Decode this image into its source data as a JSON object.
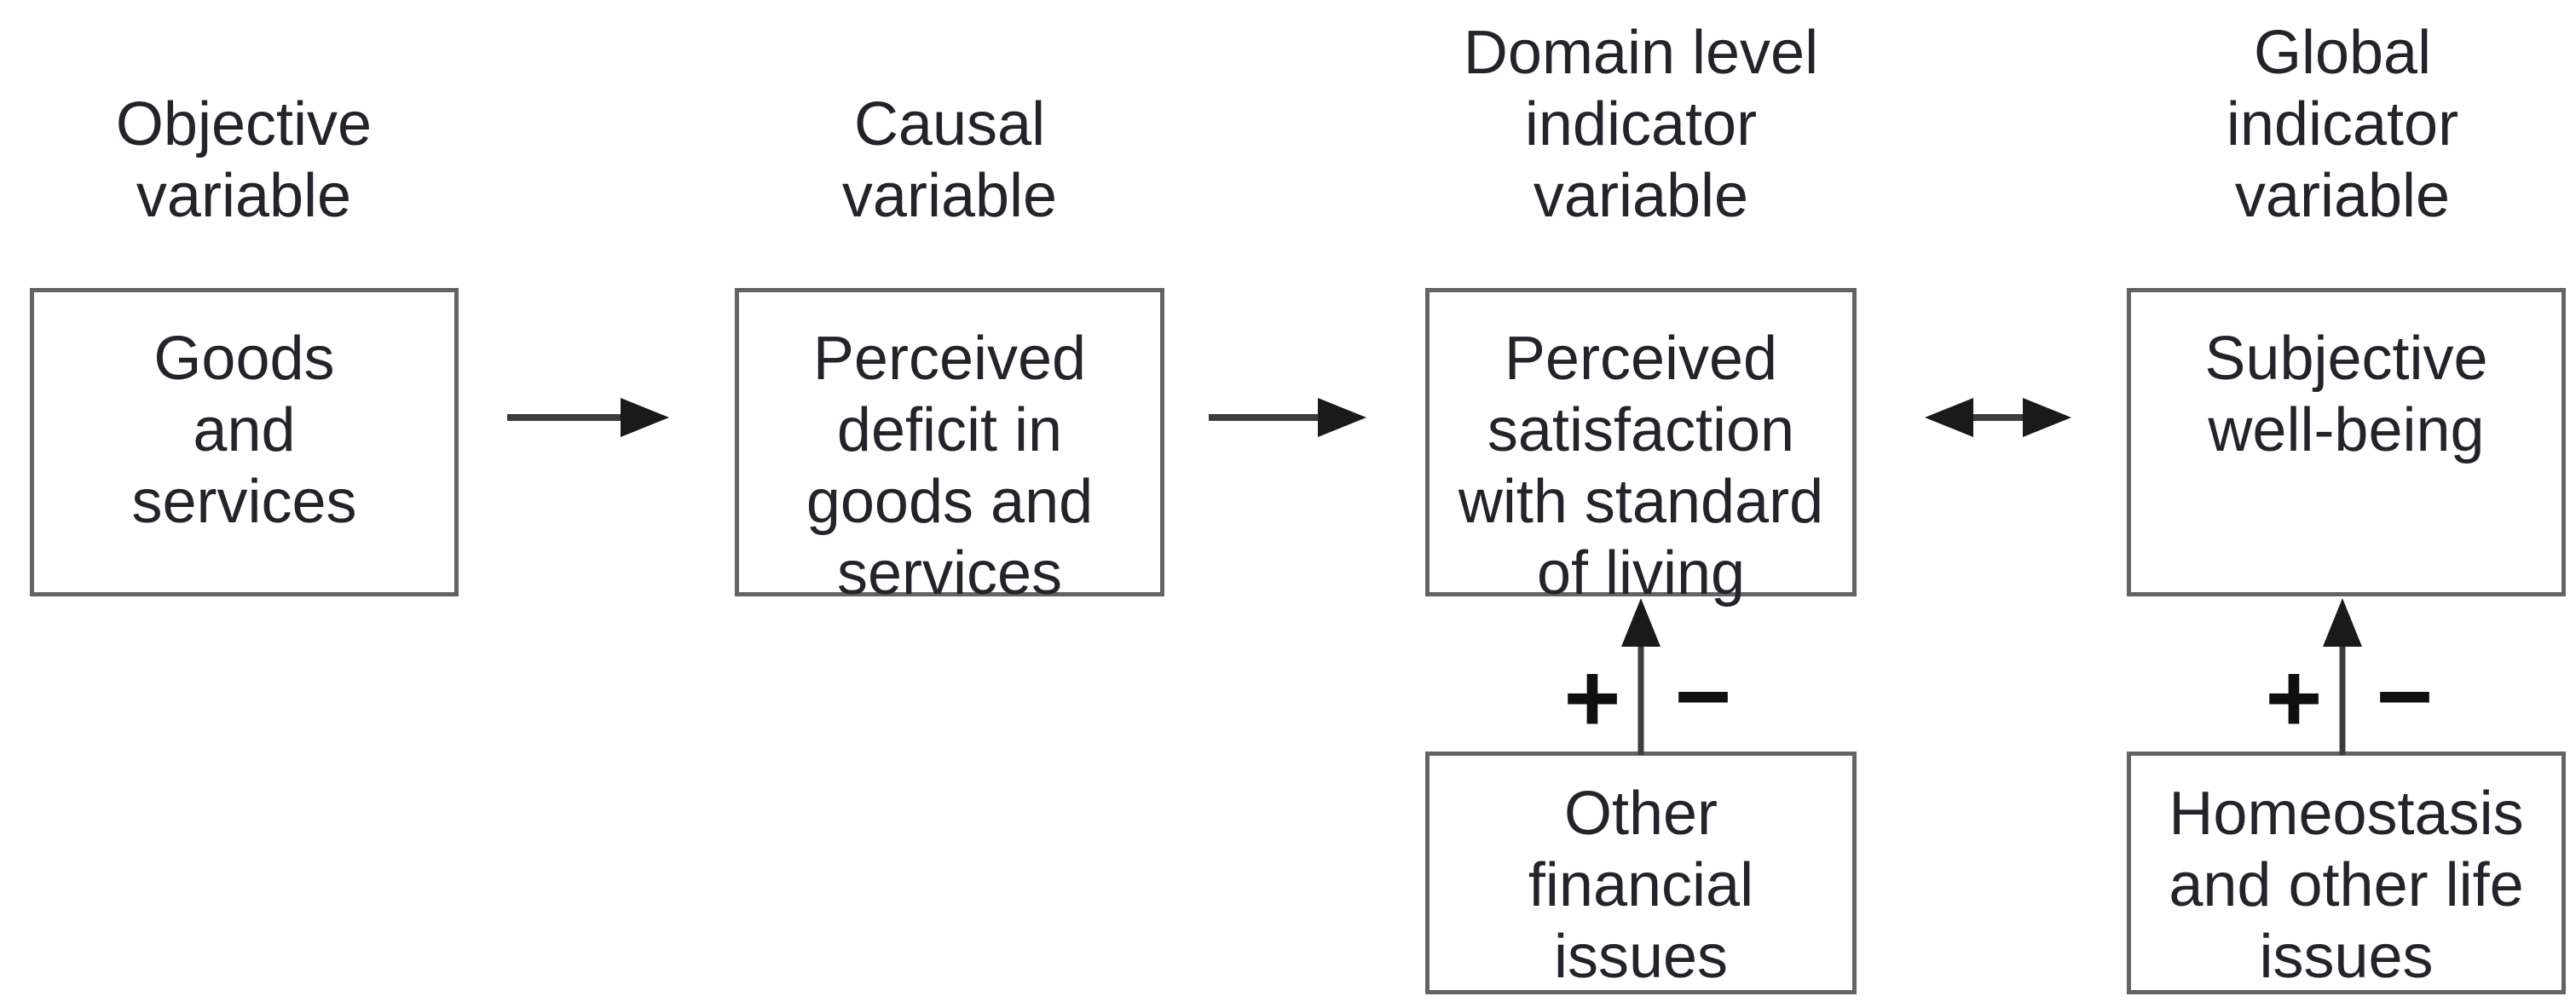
{
  "figure": {
    "background_color": "#ffffff",
    "box_border_color": "#636363",
    "text_color": "#22242a",
    "arrow_color": "#1a1a1a"
  },
  "headers": [
    {
      "label": "Objective\nvariable"
    },
    {
      "label": "Causal\nvariable"
    },
    {
      "label": "Domain level\nindicator\nvariable"
    },
    {
      "label": "Global\nindicator\nvariable"
    }
  ],
  "boxes": [
    {
      "label": "Goods\nand\nservices"
    },
    {
      "label": "Perceived\ndeficit in\ngoods and\nservices"
    },
    {
      "label": "Perceived\nsatisfaction\nwith standard\nof living"
    },
    {
      "label": "Subjective\nwell-being"
    },
    {
      "label": "Other\nfinancial\nissues"
    },
    {
      "label": "Homeostasis\nand other life\nissues"
    }
  ],
  "signs": {
    "plus": "+",
    "minus": "−"
  }
}
